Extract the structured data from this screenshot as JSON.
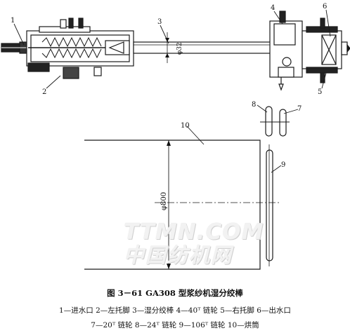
{
  "callouts": {
    "n1": "1",
    "n2": "2",
    "n3": "3",
    "n4": "4",
    "n5": "5",
    "n6": "6",
    "n7": "7",
    "n8": "8",
    "n9": "9",
    "n10": "10"
  },
  "dimensions": {
    "rod_diameter": "φ32",
    "cylinder_diameter": "φ800"
  },
  "watermark": {
    "line1": "TTMN.COM",
    "line2": "中国纺机网"
  },
  "figure": {
    "caption": "图 3－61   GA308 型浆纱机湿分绞棒",
    "legend_line1": "1—进水口   2—左托脚   3—湿分绞棒   4—40ᵀ 链轮   5—右托脚   6—出水口",
    "legend_line2": "7—20ᵀ 链轮   8—24ᵀ 链轮   9—106ᵀ 链轮   10—烘筒"
  }
}
